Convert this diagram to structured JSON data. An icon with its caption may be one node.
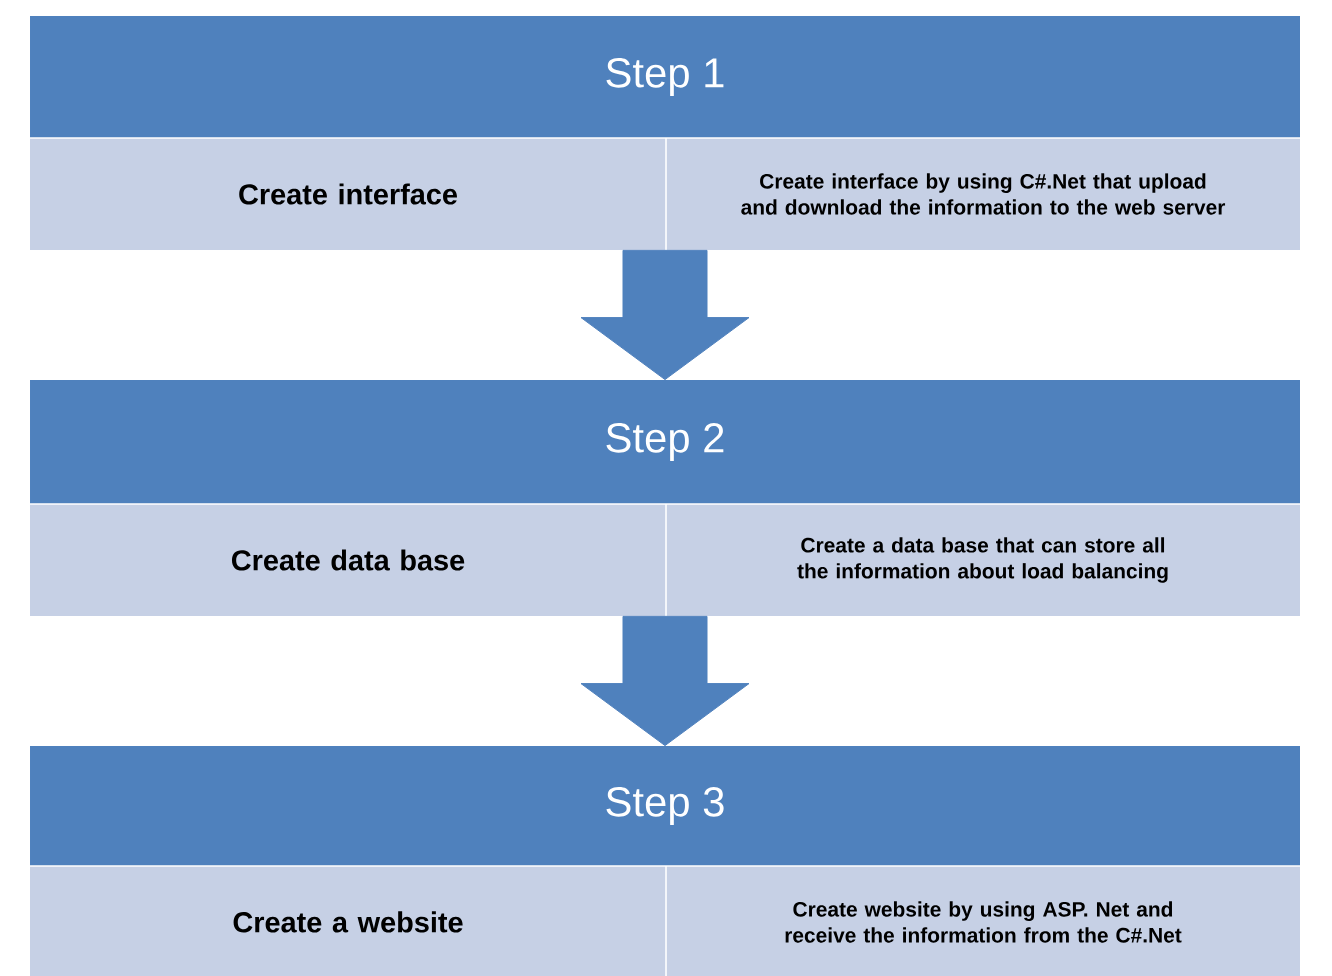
{
  "diagram": {
    "nodes": [
      {
        "text": [
          "Step 1"
        ]
      },
      {
        "text": [
          "Create interface"
        ],
        "in": 0
      },
      {
        "text": [
          "Create interface by using C#.Net that upload and download the information to the web server"
        ],
        "in": 0
      },
      {
        "text": [
          "Step 2"
        ]
      },
      {
        "text": [
          "Create data base"
        ],
        "in": 3
      },
      {
        "text": [
          "Create a data base that can store all the information about load balancing"
        ],
        "in": 3
      },
      {
        "text": [
          "Step 3"
        ]
      },
      {
        "text": [
          "Create a website"
        ],
        "in": 6
      },
      {
        "text": [
          "Create website by using ASP. Net and receive the information from the C#.Net"
        ],
        "in": 6
      }
    ],
    "edges": [
      {
        "from": 0,
        "to": 3,
        "arrow": "to"
      },
      {
        "from": 3,
        "to": 6,
        "arrow": "to"
      }
    ]
  }
}
